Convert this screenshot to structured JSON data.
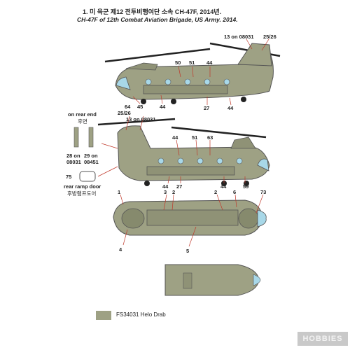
{
  "header": {
    "title_ko": "1. 미 육군 제12 전투비행여단 소속 CH-47F, 2014년.",
    "title_en": "CH-47F of 12th Combat Aviation Brigade, US Army. 2014."
  },
  "callouts": {
    "c13a": "13 on 08031",
    "c25a": "25/26",
    "c50": "50",
    "c51a": "51",
    "c44a": "44",
    "c64": "64",
    "c45": "45",
    "c44b": "44",
    "c27a": "27",
    "c44c": "44",
    "c25b": "25/26",
    "c13b": "13 on 08031",
    "c44d": "44",
    "c51b": "51",
    "c63": "63",
    "c44e": "44",
    "c27b": "27",
    "c44f": "44",
    "c59": "59",
    "rear_end": "on rear end",
    "rear_end_ko": "후면",
    "c28": "28 on",
    "c28s": "08031",
    "c29": "29 on",
    "c29s": "08451",
    "c75": "75",
    "ramp": "rear ramp door",
    "ramp_ko": "후방램프도어",
    "c1": "1",
    "c3": "3",
    "c2a": "2",
    "c2b": "2",
    "c6": "6",
    "c73": "73",
    "c4": "4",
    "c5": "5"
  },
  "legend": {
    "color_name": "FS34031 Helo Drab",
    "color_hex": "#9ea184"
  },
  "watermark": "HOBBIES"
}
